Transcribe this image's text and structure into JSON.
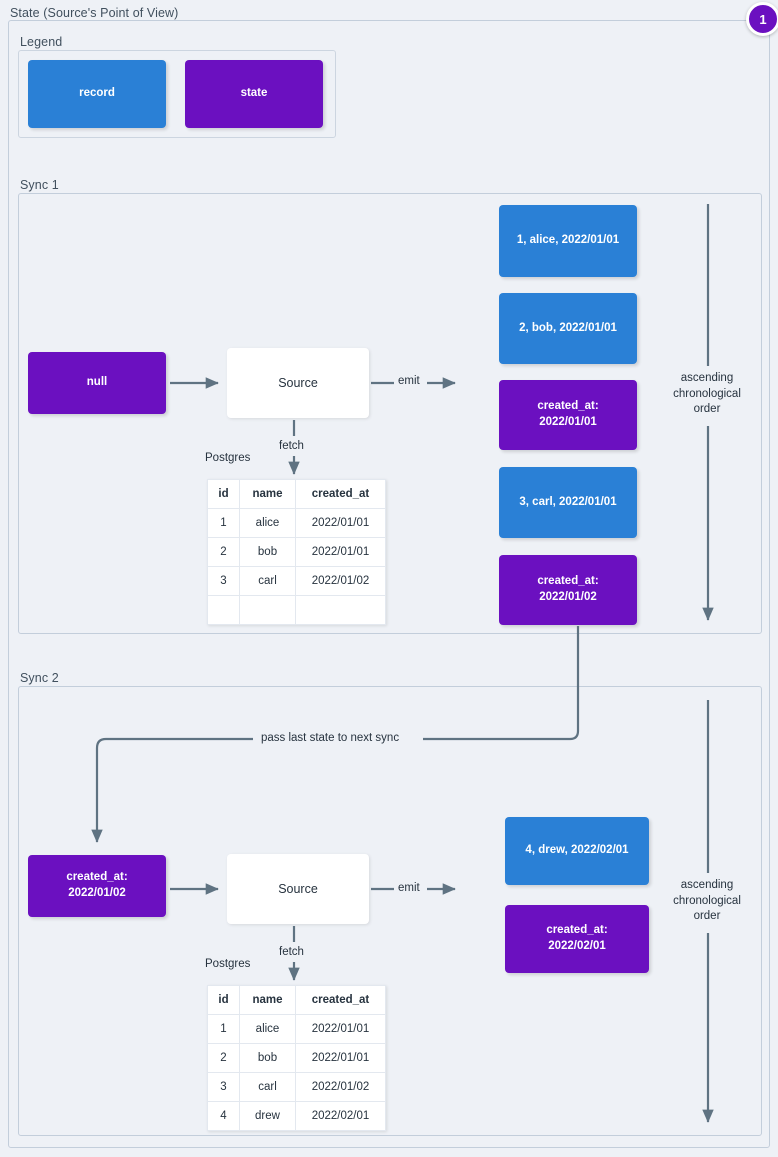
{
  "page": {
    "title": "State (Source's Point of View)",
    "badge": "1",
    "colors": {
      "record": "#2a80d6",
      "state": "#6b10c0",
      "background": "#eef1f6",
      "border": "#c3cedb",
      "arrow": "#5f7382",
      "text": "#27333f"
    }
  },
  "legend": {
    "label": "Legend",
    "items": [
      {
        "label": "record",
        "kind": "record"
      },
      {
        "label": "state",
        "kind": "state"
      }
    ]
  },
  "sync1": {
    "label": "Sync 1",
    "input_state": "null",
    "source": "Source",
    "emit_label": "emit",
    "fetch_label": "fetch",
    "db_label": "Postgres",
    "axis_label": "ascending chronological order",
    "table": {
      "columns": [
        "id",
        "name",
        "created_at"
      ],
      "rows": [
        [
          "1",
          "alice",
          "2022/01/01"
        ],
        [
          "2",
          "bob",
          "2022/01/01"
        ],
        [
          "3",
          "carl",
          "2022/01/02"
        ],
        [
          "",
          "",
          ""
        ]
      ]
    },
    "emitted": [
      {
        "kind": "record",
        "text": "1, alice, 2022/01/01"
      },
      {
        "kind": "record",
        "text": "2, bob, 2022/01/01"
      },
      {
        "kind": "state",
        "line1": "created_at:",
        "line2": "2022/01/01"
      },
      {
        "kind": "record",
        "text": "3, carl, 2022/01/01"
      },
      {
        "kind": "state",
        "line1": "created_at:",
        "line2": "2022/01/02"
      }
    ]
  },
  "sync2": {
    "label": "Sync 2",
    "input_state_line1": "created_at:",
    "input_state_line2": "2022/01/02",
    "source": "Source",
    "emit_label": "emit",
    "fetch_label": "fetch",
    "db_label": "Postgres",
    "axis_label": "ascending chronological order",
    "pass_label": "pass last state to next sync",
    "table": {
      "columns": [
        "id",
        "name",
        "created_at"
      ],
      "rows": [
        [
          "1",
          "alice",
          "2022/01/01"
        ],
        [
          "2",
          "bob",
          "2022/01/01"
        ],
        [
          "3",
          "carl",
          "2022/01/02"
        ],
        [
          "4",
          "drew",
          "2022/02/01"
        ]
      ]
    },
    "emitted": [
      {
        "kind": "record",
        "text": "4, drew, 2022/02/01"
      },
      {
        "kind": "state",
        "line1": "created_at:",
        "line2": "2022/02/01"
      }
    ]
  }
}
